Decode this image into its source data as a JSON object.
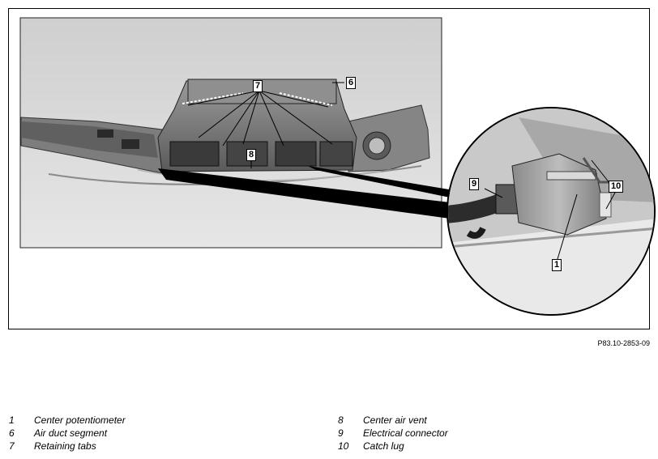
{
  "figure": {
    "id": "P83.10-2853-09",
    "callouts": {
      "c1": "1",
      "c6": "6",
      "c7": "7",
      "c8": "8",
      "c9": "9",
      "c10": "10"
    }
  },
  "legend": {
    "left": [
      {
        "num": "1",
        "text": "Center potentiometer"
      },
      {
        "num": "6",
        "text": "Air duct segment"
      },
      {
        "num": "7",
        "text": "Retaining tabs"
      }
    ],
    "right": [
      {
        "num": "8",
        "text": "Center air vent"
      },
      {
        "num": "9",
        "text": "Electrical connector"
      },
      {
        "num": "10",
        "text": "Catch lug"
      }
    ]
  }
}
